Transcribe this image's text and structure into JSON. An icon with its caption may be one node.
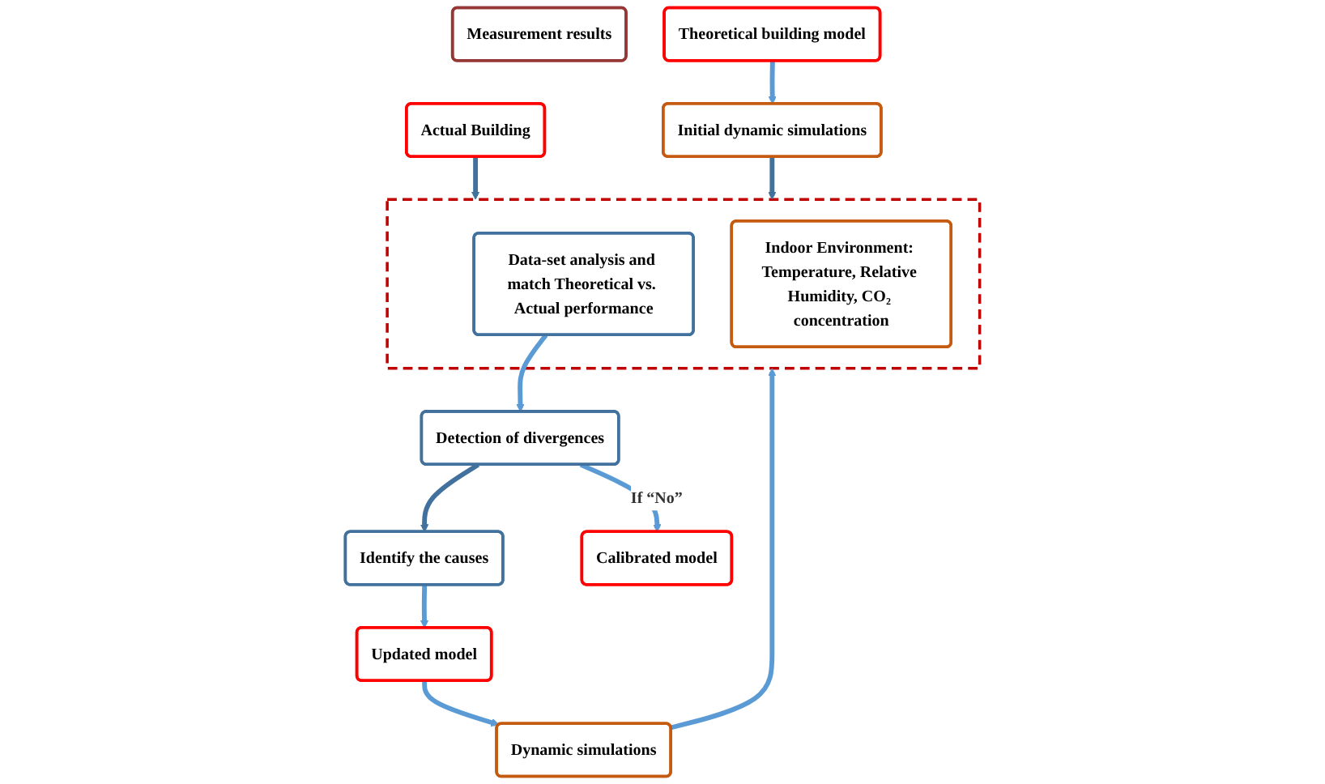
{
  "diagram": {
    "nodes": [
      {
        "text": [
          "Actual Building"
        ]
      },
      {
        "text": [
          "Measurement results"
        ]
      },
      {
        "text": [
          "Theoretical building model"
        ]
      },
      {
        "text": [
          "Initial dynamic simulations"
        ]
      },
      {
        "text": [
          "Updated model"
        ]
      },
      {
        "text": [
          "Dynamic simulations"
        ]
      },
      {
        "text": [
          "Identify the causes"
        ]
      },
      {
        "text": [],
        "shape": "box"
      },
      {
        "text": [
          "Data-set analysis and match Theoretical vs. Actual performance"
        ],
        "in": 7
      },
      {
        "text": [
          "Indoor Environment: Temperature, Relative Humidity, CO₂ concentration"
        ],
        "in": 7
      },
      {
        "text": [
          "Detection of divergences"
        ]
      },
      {
        "text": [
          "Calibrated model"
        ]
      }
    ],
    "edges": [
      {
        "from": 0,
        "to": 7,
        "arrow": "to",
        "color": "#41719c"
      },
      {
        "from": 2,
        "to": 3,
        "arrow": "to"
      },
      {
        "from": 3,
        "to": 7,
        "arrow": "to",
        "color": "#41719c"
      },
      {
        "from": 4,
        "to": 5,
        "arrow": "to"
      },
      {
        "from": 5,
        "to": 7,
        "arrow": "to"
      },
      {
        "from": 8,
        "to": 10,
        "arrow": "to"
      },
      {
        "from": 10,
        "to": 6,
        "arrow": "to",
        "color": "#41719c"
      },
      {
        "from": 6,
        "to": 4,
        "arrow": "to"
      },
      {
        "from": 10,
        "to": 11,
        "label": "If “No”",
        "arrow": "to"
      }
    ]
  }
}
